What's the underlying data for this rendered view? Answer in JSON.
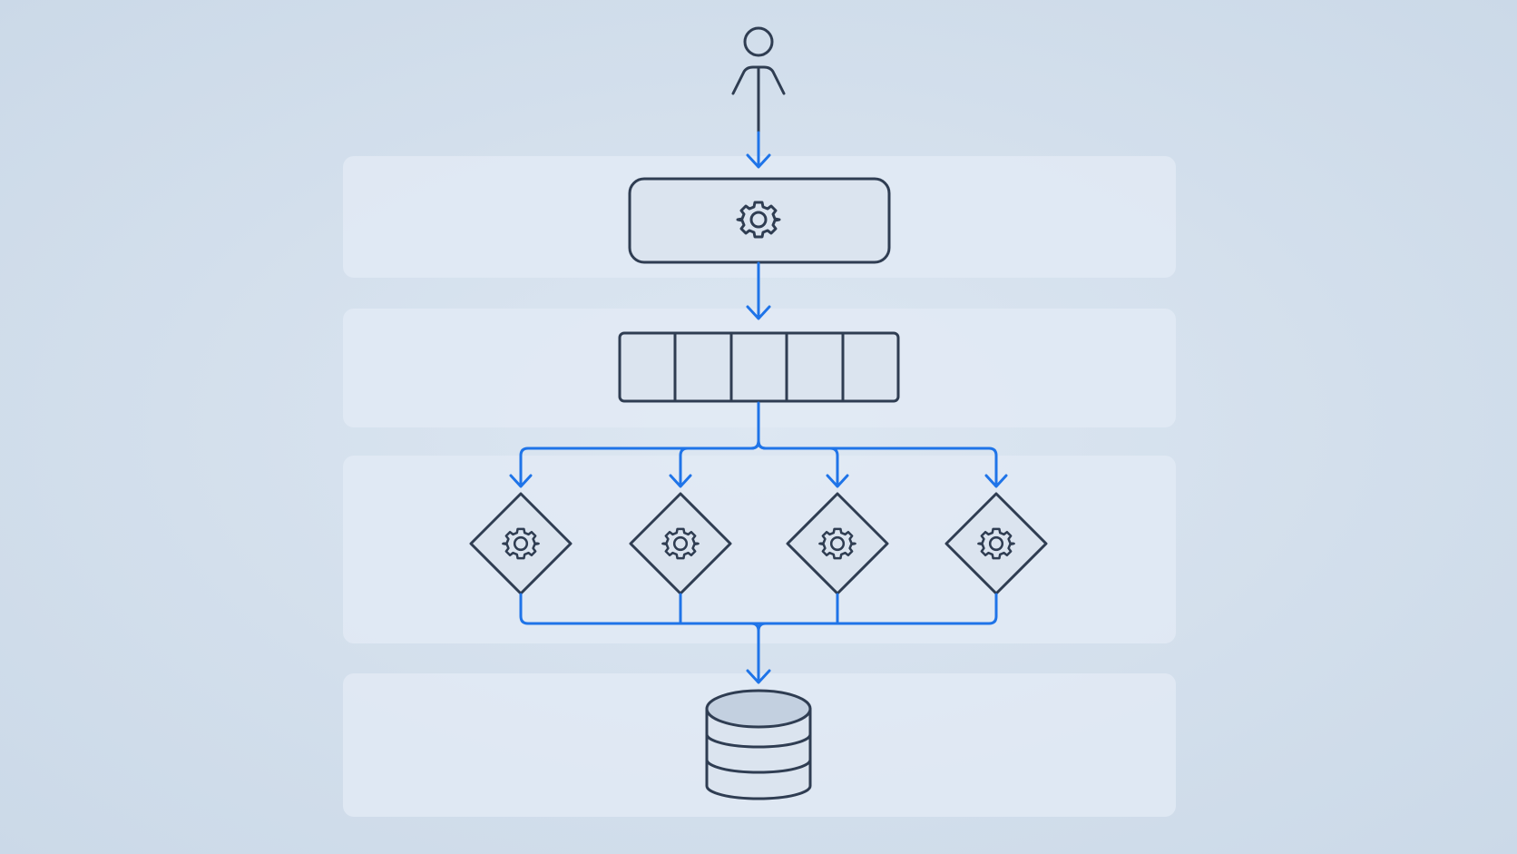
{
  "diagram": {
    "colors": {
      "background": "#d3dfec",
      "band": "#e2eaf4",
      "stroke": "#2f3d52",
      "flow": "#1f74e8",
      "db_top": "#c3d0e0"
    },
    "icons": {
      "user": "user-icon",
      "gateway": "gear-icon",
      "queue": "queue-icon",
      "worker": "gear-icon",
      "database": "database-icon"
    },
    "queue_slot_count": 5,
    "worker_count": 4,
    "database_layer_count": 4
  }
}
